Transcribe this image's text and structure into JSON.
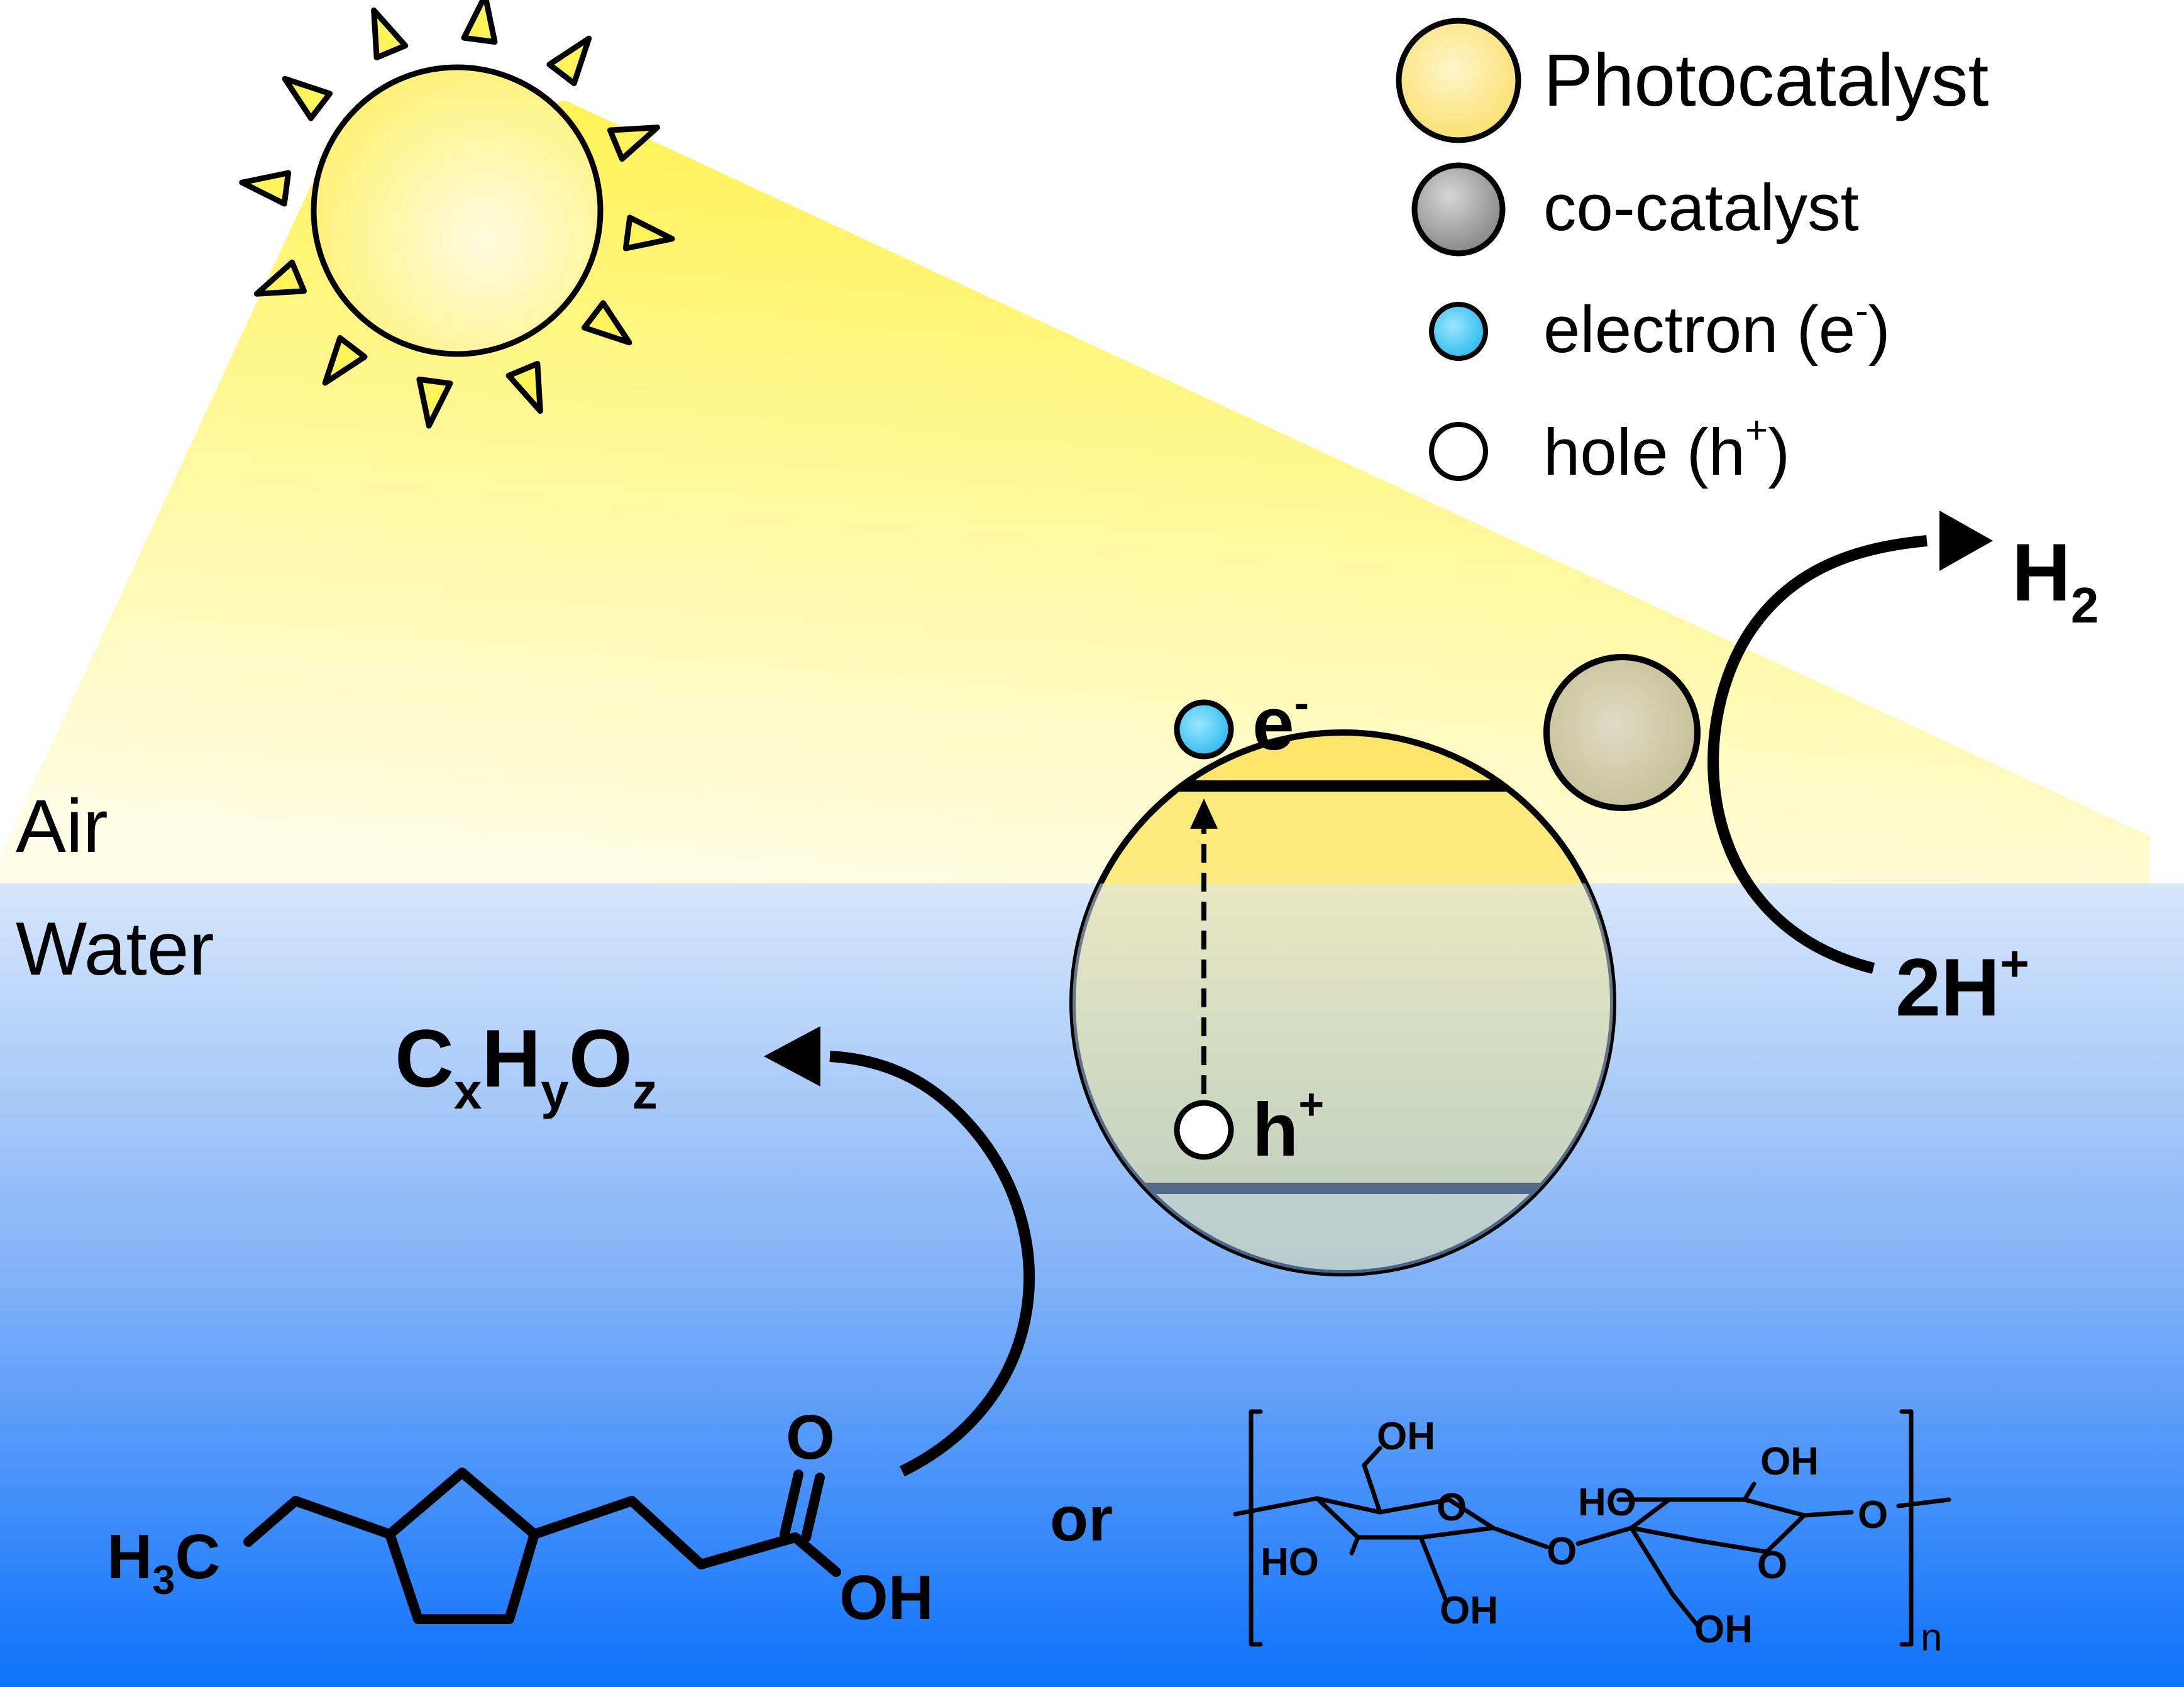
{
  "legend": {
    "photocatalyst": "Photocatalyst",
    "cocatalyst": "co-catalyst",
    "electron_text": "electron (e",
    "electron_sup": "-",
    "electron_close": ")",
    "hole_text": "hole (h",
    "hole_sup": "+",
    "hole_close": ")"
  },
  "phases": {
    "air": "Air",
    "water": "Water"
  },
  "particle": {
    "electron_label": "e",
    "electron_sup": "-",
    "hole_label": "h",
    "hole_sup": "+"
  },
  "reduction": {
    "reactant": "2H",
    "reactant_sup": "+",
    "product": "H",
    "product_sub": "2"
  },
  "oxidation": {
    "product": {
      "c": "C",
      "x": "x",
      "h": "H",
      "y": "y",
      "o": "O",
      "z": "z"
    }
  },
  "molecules": {
    "acid": {
      "h3c_h": "H",
      "h3c_sub": "3",
      "h3c_c": "C",
      "carbonyl_o": "O",
      "hydroxyl": "OH"
    },
    "or": "or",
    "cellulose": {
      "oh_top_left": "OH",
      "o_ring_left": "O",
      "ho_left": "HO",
      "oh_bottom_left": "OH",
      "o_bridge": "O",
      "ho_right": "HO",
      "oh_top_right": "OH",
      "o_ring_right": "O",
      "oh_bottom_right": "OH",
      "o_end": "O",
      "n": "n"
    }
  },
  "colors": {
    "photocatalyst": "#fbe37a",
    "cocatalyst": "#8c8c8c",
    "electron": "#3fc6f0",
    "hole": "#ffffff",
    "light": "#fff35a",
    "water_top": "#d6e6fb",
    "water_bottom": "#0d72fb"
  }
}
